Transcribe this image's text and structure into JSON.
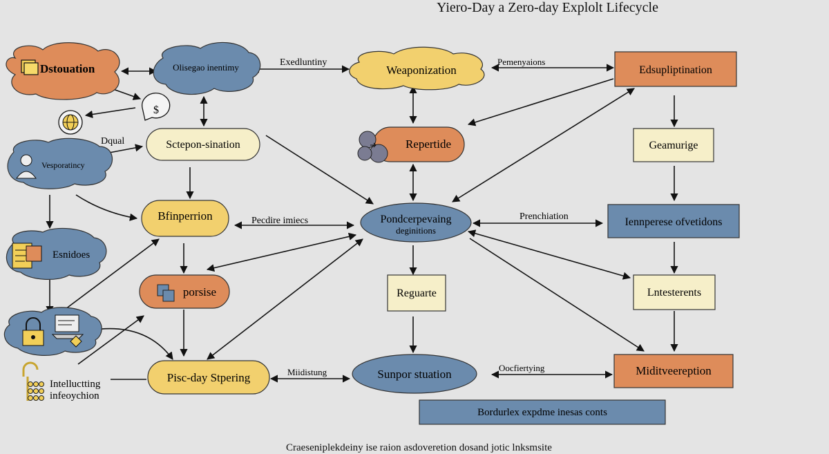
{
  "title": "Yiero-Day a Zero-day Explolt Lifecycle",
  "footer": "Craeseniplekdeiny ise raion asdoveretion dosand jotic lnksmsite",
  "nodes": {
    "dstouation": "Dstouation",
    "olisegao": "Olisegao inentimy",
    "weaponization": "Weaponization",
    "edsupliptination": "Edsupliptination",
    "scetepon": "Sctepon-sination",
    "repertide": "Repertide",
    "geamurige": "Geamurige",
    "vesporatincy": "Vesporatincy",
    "bfinperrion": "Bfinperrion",
    "pondcerpevaing_1": "Pondcerpevaing",
    "pondcerpevaing_2": "deginitions",
    "iennperese": "Iennperese ofvetidons",
    "esnidoes": "Esnidoes",
    "porsise": "porsise",
    "reguarte": "Reguarte",
    "lntesterents": "Lntesterents",
    "piscday": "Pisc-day Stpering",
    "sunpor": "Sunpor stuation",
    "miditveereption": "Miditveereption",
    "borduriex": "Bordurlex expdme inesas conts",
    "intelt_1": "Intelluctting",
    "intelt_2": "infeoychion"
  },
  "edge_labels": {
    "exedluntiny": "Exedluntiny",
    "pemenyaions": "Pemenyaions",
    "dqual": "Dqual",
    "pecdire": "Pecdire imiecs",
    "prenchiation": "Prenchiation",
    "miidistung": "Miidistung",
    "oocfiertying": "Oocfiertying"
  },
  "colors": {
    "background": "#e4e4e4",
    "orange": "#de8c5a",
    "blue": "#6b8bad",
    "yellow": "#f2d06e",
    "cream": "#f6efc9",
    "arrow": "#111111"
  }
}
